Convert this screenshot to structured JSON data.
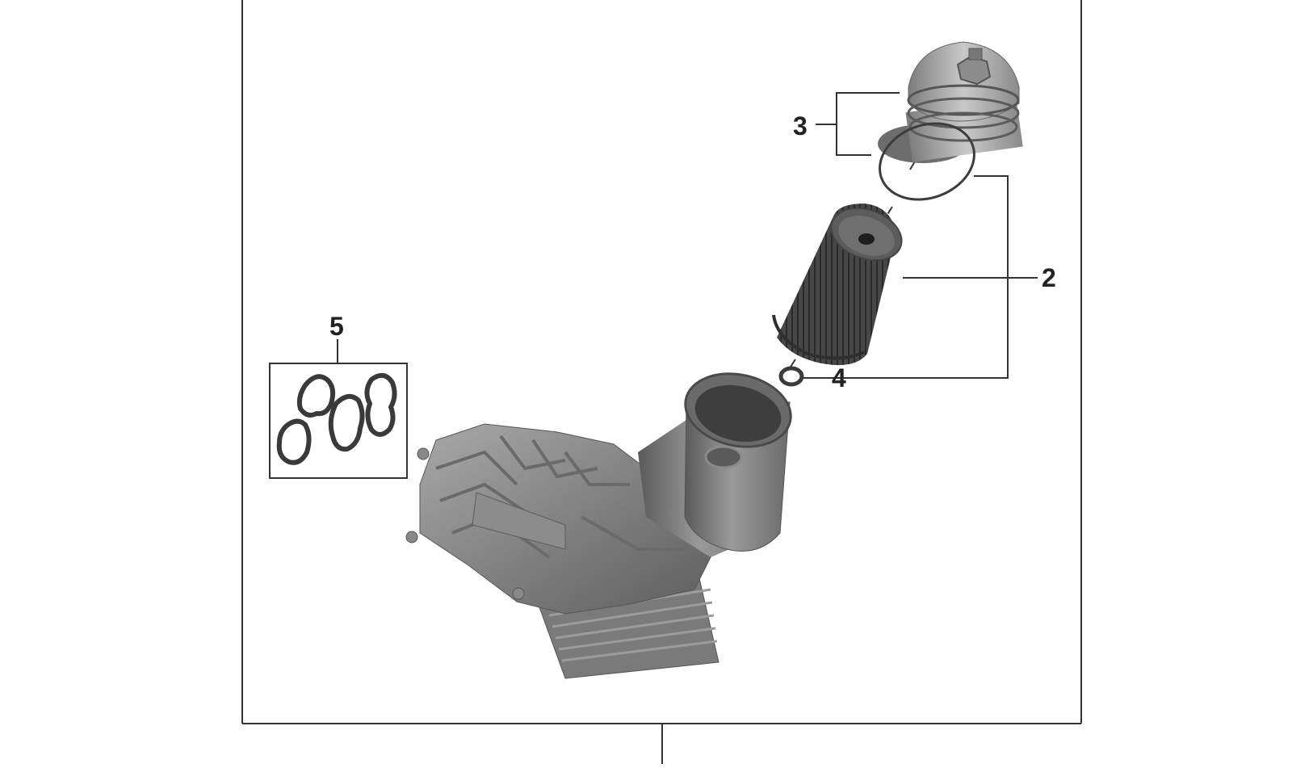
{
  "diagram": {
    "callouts": {
      "p2": "2",
      "p3": "3",
      "p4": "4",
      "p5": "5"
    },
    "colors": {
      "frame": "#333333",
      "part_dark": "#4a4a4a",
      "part_mid": "#7c7c7c",
      "part_light": "#b7b7b7",
      "filter_media": "#3b3b3b",
      "gasket": "#3a3a3a"
    },
    "parts": [
      {
        "label": "2",
        "name": "oil-filter-element"
      },
      {
        "label": "3",
        "name": "filter-cap-with-o-ring"
      },
      {
        "label": "4",
        "name": "small-seal-ring"
      },
      {
        "label": "5",
        "name": "gasket-set"
      }
    ]
  }
}
